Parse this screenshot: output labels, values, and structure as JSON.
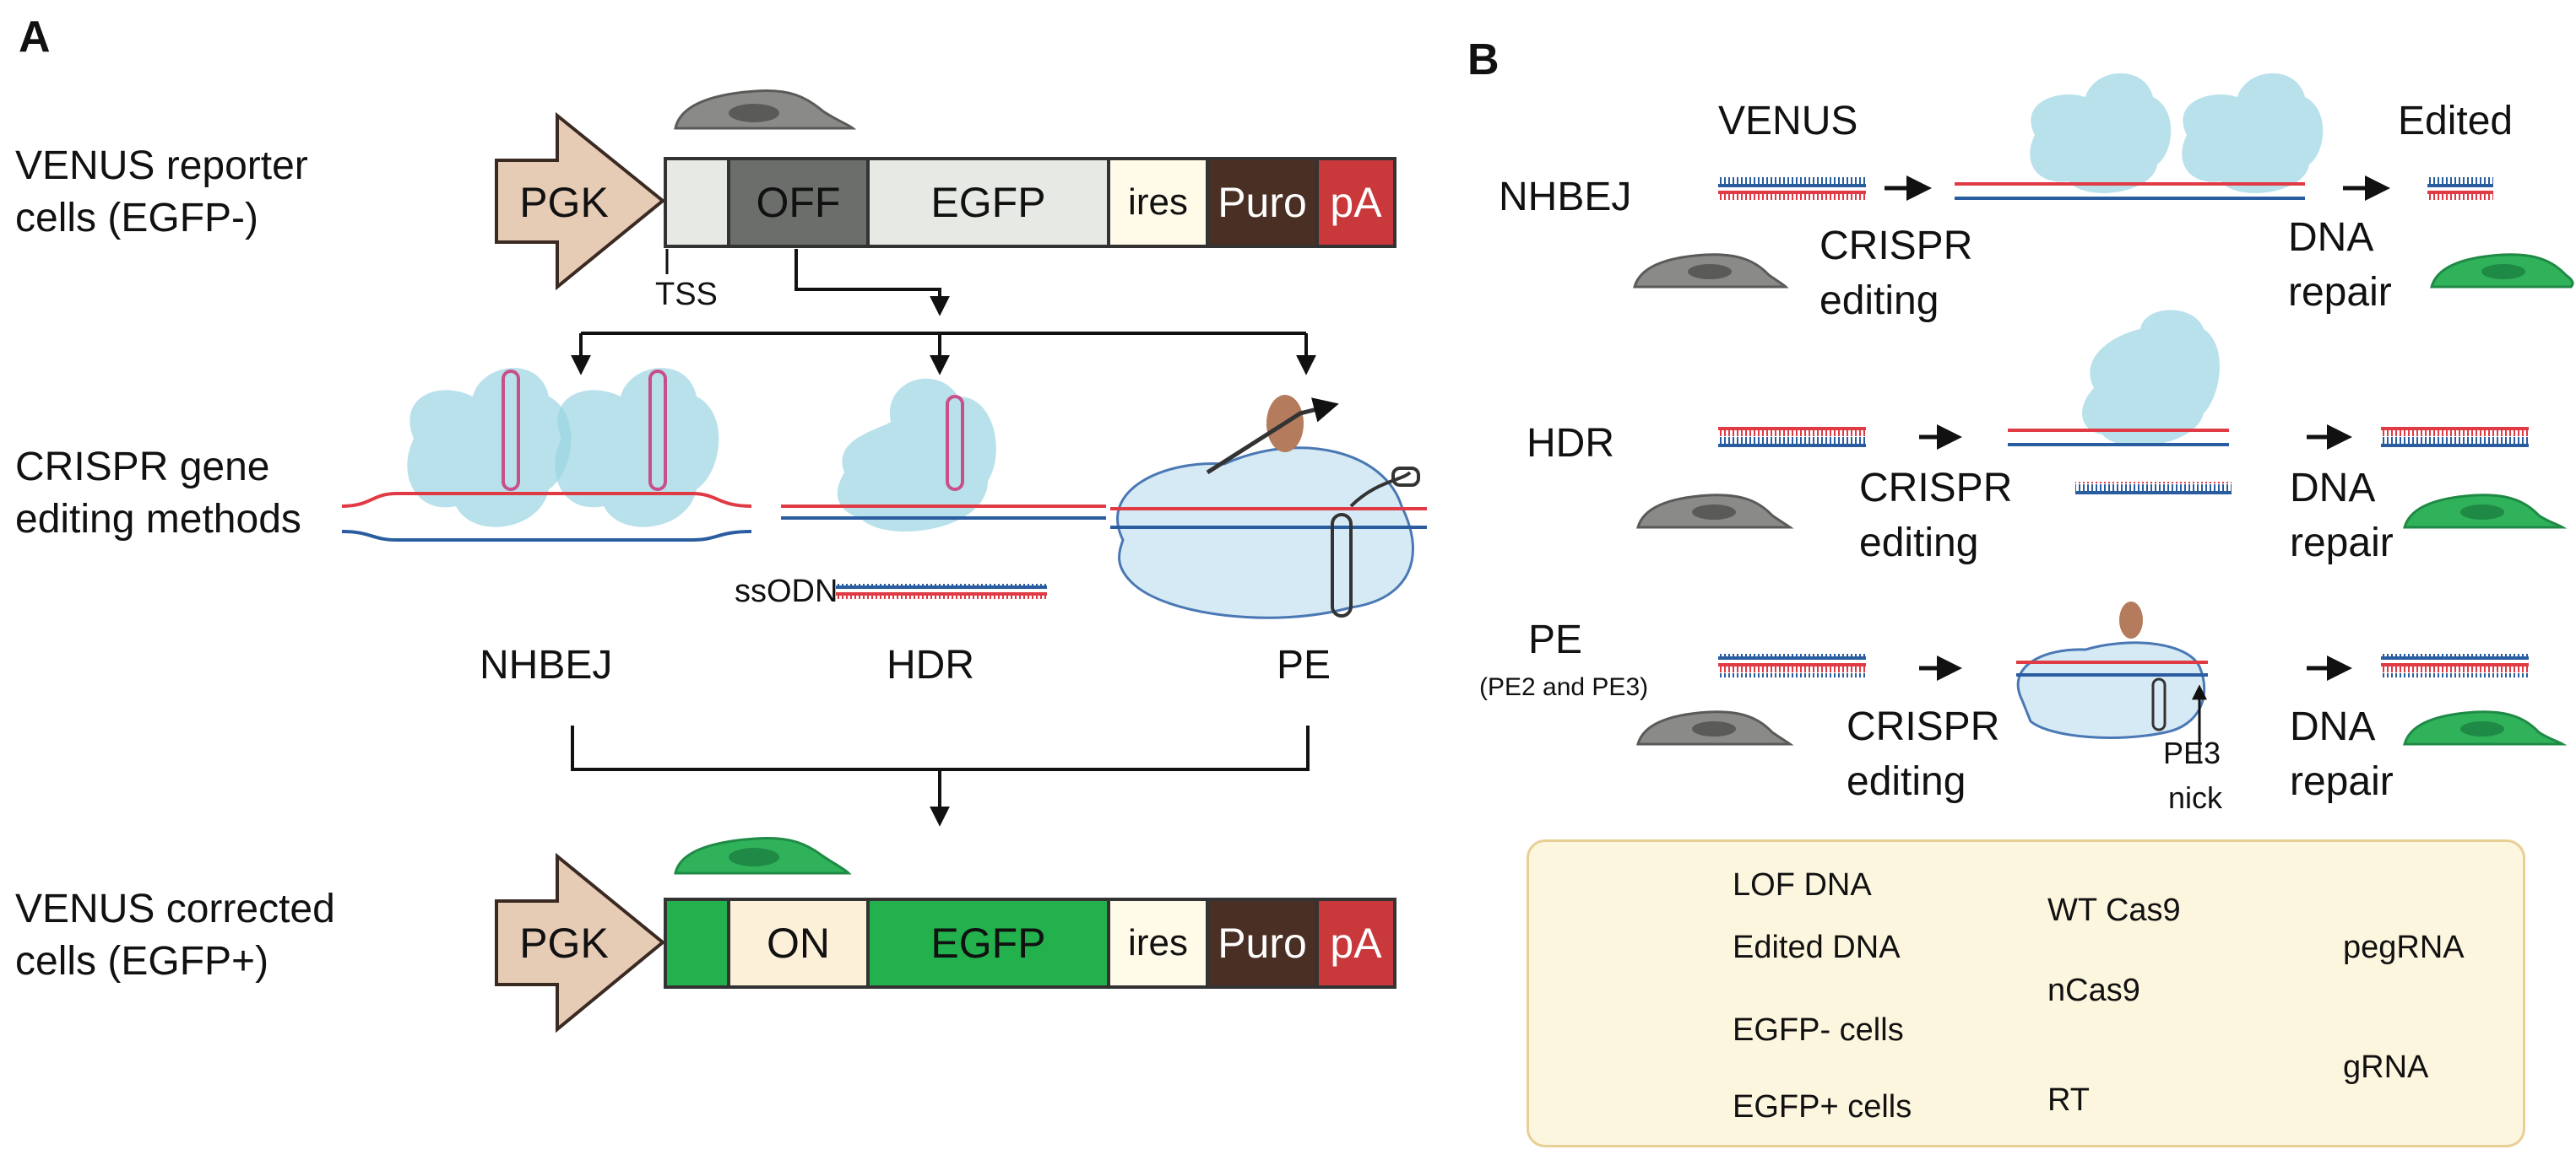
{
  "panels": {
    "a": "A",
    "b": "B"
  },
  "panel_a": {
    "top_label": [
      "VENUS reporter",
      "cells (EGFP-)"
    ],
    "middle_label": [
      "CRISPR gene",
      "editing methods"
    ],
    "bottom_label": [
      "VENUS corrected",
      "cells (EGFP+)"
    ],
    "tss": "TSS",
    "ssodn": "ssODN",
    "top_construct": [
      "PGK",
      "OFF",
      "EGFP",
      "ires",
      "Puro",
      "pA"
    ],
    "bottom_construct": [
      "PGK",
      "ON",
      "EGFP",
      "ires",
      "Puro",
      "pA"
    ],
    "methods": [
      "NHBEJ",
      "HDR",
      "PE"
    ]
  },
  "panel_b": {
    "venus": "VENUS",
    "edited": "Edited",
    "rows": [
      {
        "name": "NHBEJ",
        "sub": ""
      },
      {
        "name": "HDR",
        "sub": ""
      },
      {
        "name": "PE",
        "sub": "(PE2 and PE3)"
      }
    ],
    "crispr": [
      "CRISPR",
      "editing"
    ],
    "repair": [
      "DNA",
      "repair"
    ],
    "pe3_nick": [
      "PE3",
      "nick"
    ]
  },
  "legend": {
    "lof": "LOF DNA",
    "edited": "Edited DNA",
    "egfp_neg": "EGFP- cells",
    "egfp_pos": "EGFP+ cells",
    "wt_cas9": "WT Cas9",
    "ncas9": "nCas9",
    "rt": "RT",
    "pegrna": "pegRNA",
    "grna": "gRNA"
  },
  "colors": {
    "pgk": "#e6cbb5",
    "off": "#6b6e6b",
    "egfp_off": "#e7eae4",
    "ires": "#fffbe8",
    "puro": "#4a2f24",
    "pa": "#c9383b",
    "on": "#fdf0d8",
    "egfp_on": "#22b14c",
    "cell_gray": "#8a8a88",
    "cell_green": "#2fb25a",
    "cas9": "#9ad4e2",
    "ncas9": "#d6eaf5",
    "rt": "#b47b5c",
    "dna_red": "#e03a45",
    "dna_blue": "#2a5d9f"
  }
}
